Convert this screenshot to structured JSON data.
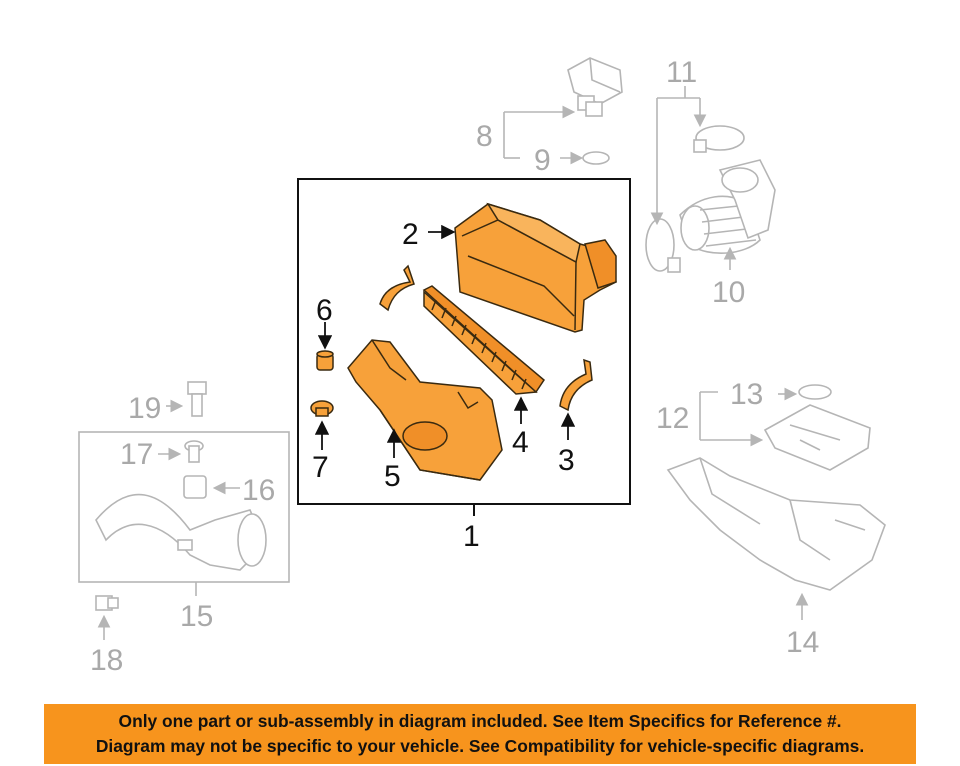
{
  "diagram": {
    "callouts": {
      "c1": "1",
      "c2": "2",
      "c3": "3",
      "c4": "4",
      "c5": "5",
      "c6": "6",
      "c7": "7",
      "c8": "8",
      "c9": "9",
      "c10": "10",
      "c11": "11",
      "c12": "12",
      "c13": "13",
      "c14": "14",
      "c15": "15",
      "c16": "16",
      "c17": "17",
      "c18": "18",
      "c19": "19"
    },
    "colors": {
      "part_fill": "#f7a13a",
      "part_stroke": "#3a2a10",
      "faded": "#b5b5b5",
      "frame": "#111111"
    }
  },
  "banner": {
    "line1": "Only one part or sub-assembly in diagram included. See Item Specifics for Reference #.",
    "line2": "Diagram may not be specific to your vehicle. See Compatibility for vehicle-specific diagrams.",
    "color": "#f7941d"
  }
}
